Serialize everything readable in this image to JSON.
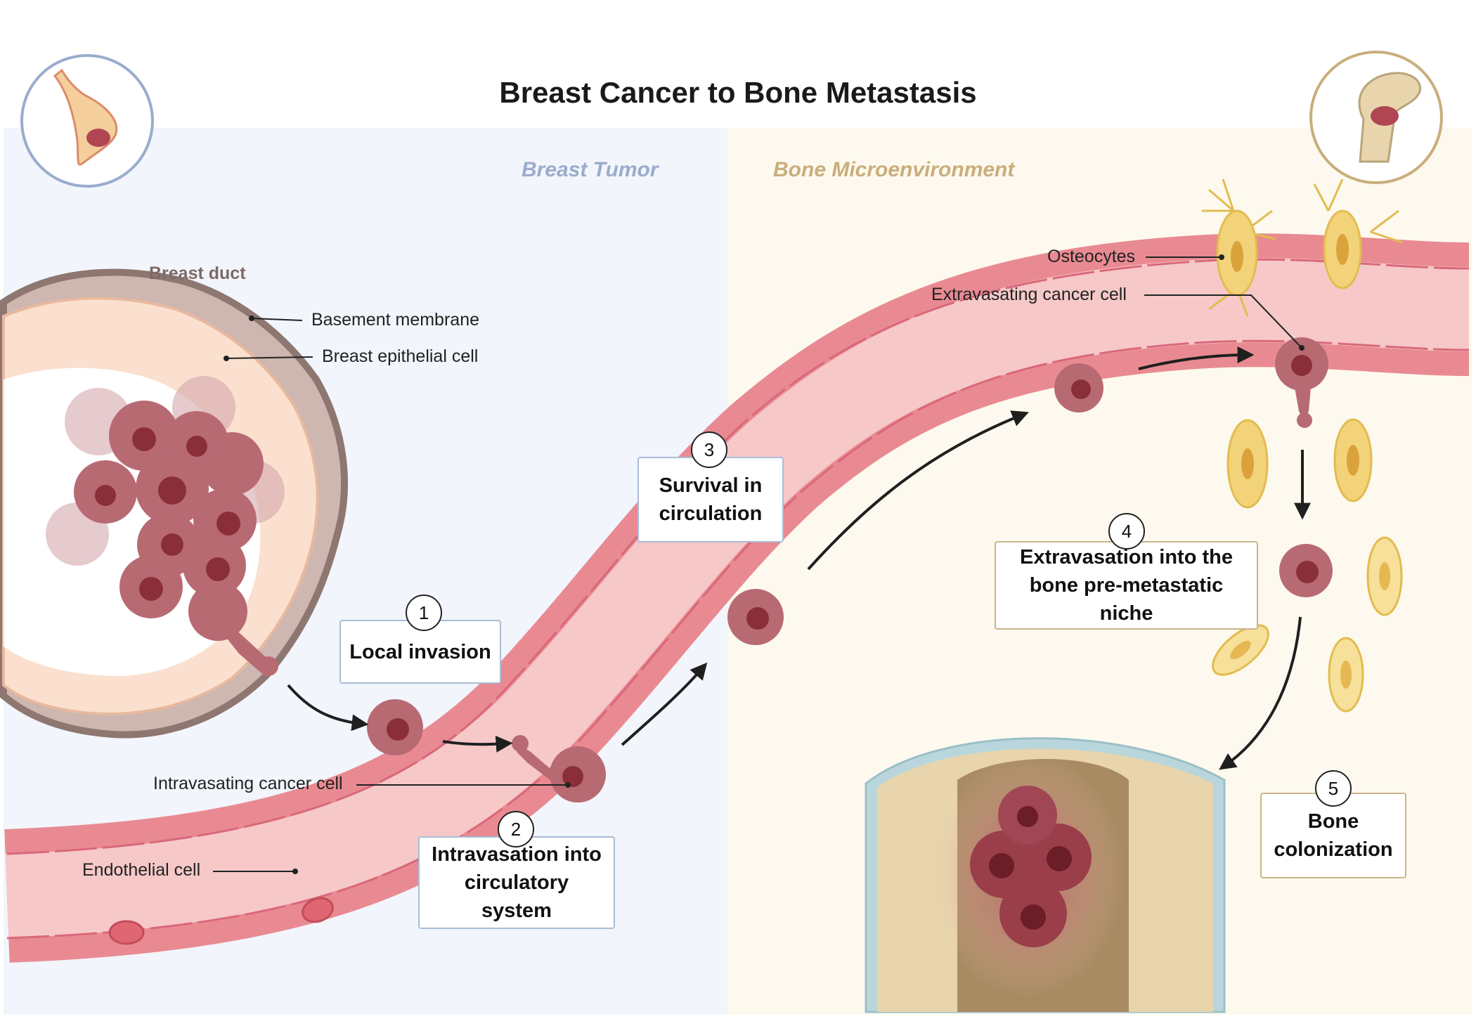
{
  "title": "Breast Cancer to Bone Metastasis",
  "regions": {
    "left": "Breast Tumor",
    "right": "Bone Microenvironment"
  },
  "labels": {
    "breast_duct": "Breast duct",
    "basement_membrane": "Basement membrane",
    "breast_epithelial_cell": "Breast epithelial cell",
    "osteocytes": "Osteocytes",
    "extravasating_cancer_cell": "Extravasating cancer cell",
    "intravasating_cancer_cell": "Intravasating cancer cell",
    "endothelial_cell": "Endothelial cell"
  },
  "steps": [
    {
      "num": "1",
      "text": "Local invasion"
    },
    {
      "num": "2",
      "text": "Intravasation into circulatory system"
    },
    {
      "num": "3",
      "text": "Survival in circulation"
    },
    {
      "num": "4",
      "text": "Extravasation into the bone pre-metastatic niche"
    },
    {
      "num": "5",
      "text": "Bone colonization"
    }
  ],
  "colors": {
    "left_bg": "#f2f5fb",
    "right_bg": "#fdf9ee",
    "left_label": "#9aaccc",
    "right_label": "#c9ae7c",
    "vessel_wall": "#e98a92",
    "vessel_lumen": "#f6c6c6",
    "cancer_cell": "#b86a73",
    "cancer_nucleus": "#8a2f3a",
    "osteocyte": "#f2d37a",
    "epithelial": "#fbe0cf"
  },
  "icons": [
    "breast-anatomy-icon",
    "femur-bone-icon"
  ]
}
